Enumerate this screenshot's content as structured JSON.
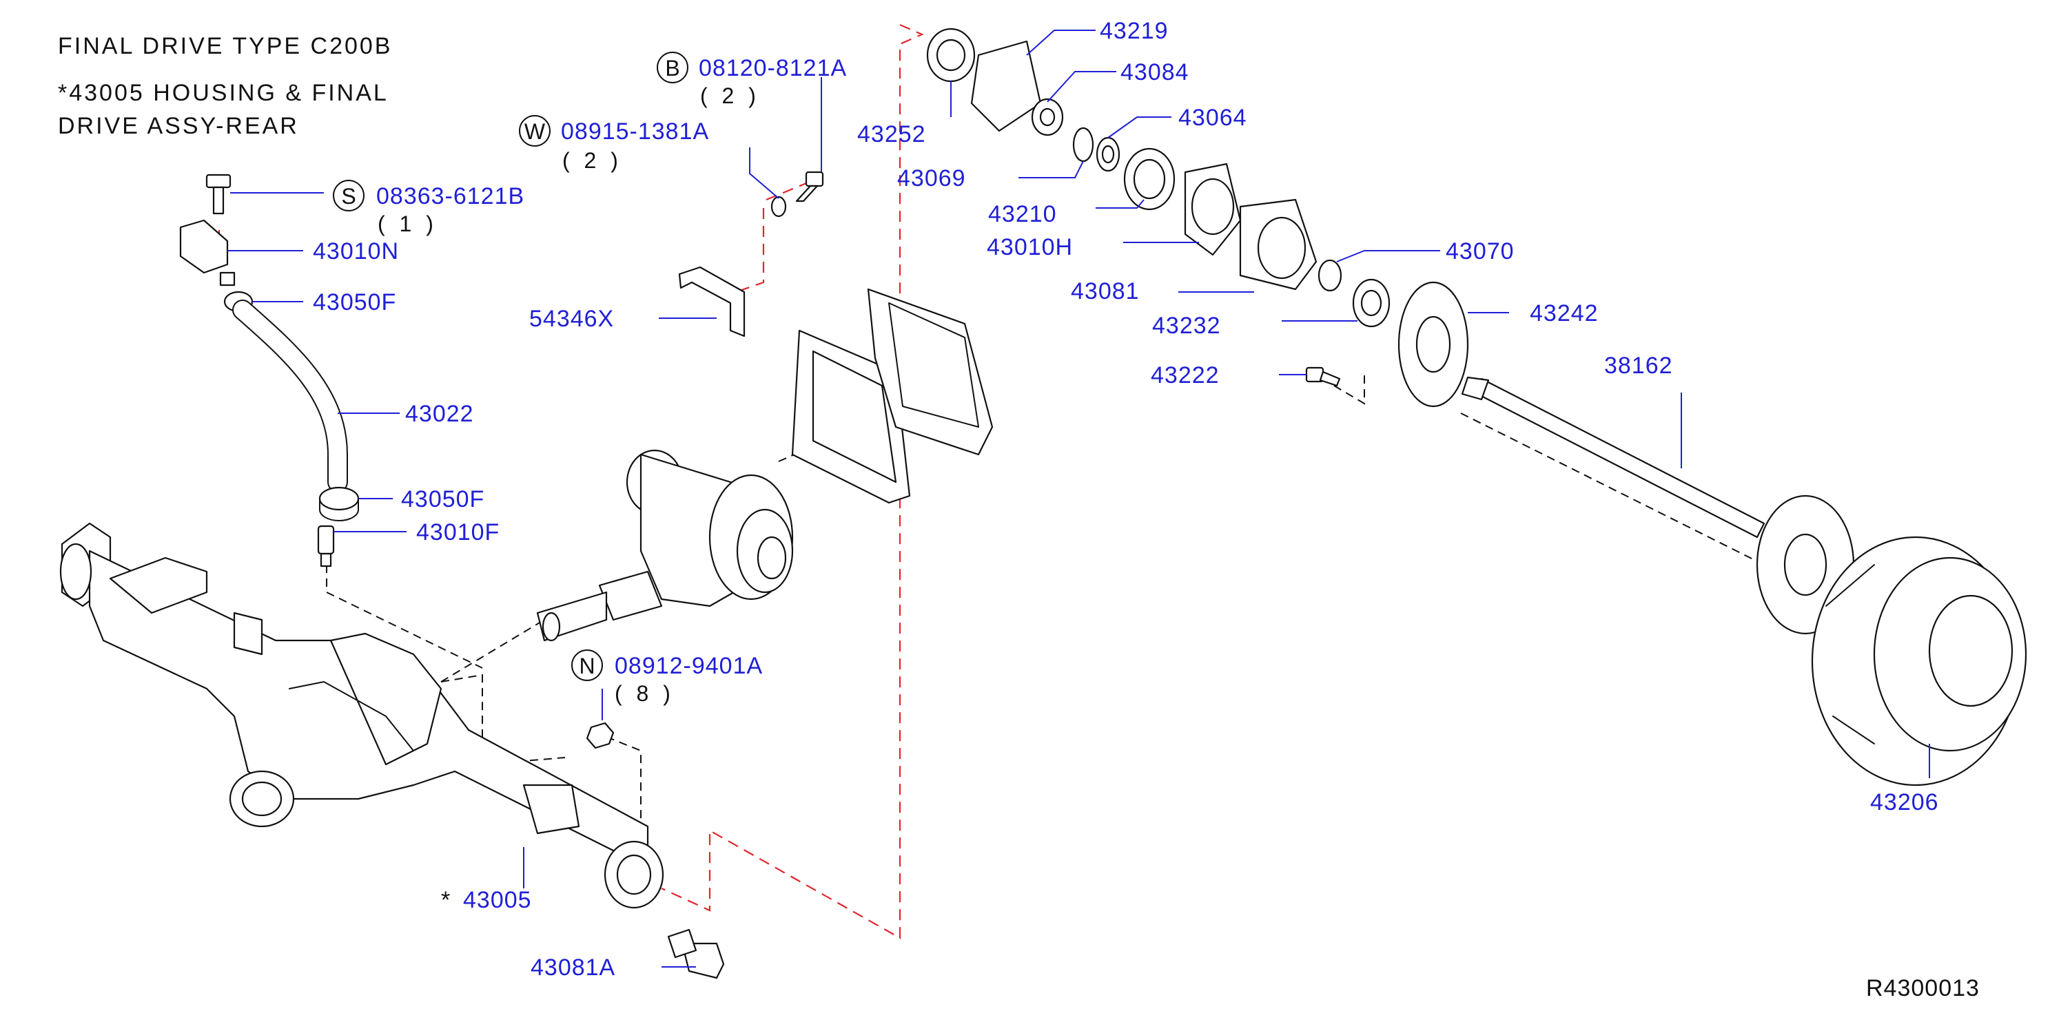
{
  "header": {
    "line1": "FINAL  DRIVE  TYPE  C200B",
    "line2": "*43005  HOUSING  &  FINAL",
    "line3": "DRIVE  ASSY-REAR"
  },
  "footer": {
    "code": "R4300013"
  },
  "callouts": {
    "c43219": "43219",
    "c43084": "43084",
    "c43064": "43064",
    "c43252": "43252",
    "c43069": "43069",
    "c43210": "43210",
    "c43010H": "43010H",
    "c43070": "43070",
    "c43081": "43081",
    "c43232": "43232",
    "c43242": "43242",
    "c43222": "43222",
    "c38162": "38162",
    "c43206": "43206",
    "c43010N": "43010N",
    "c43050F_top": "43050F",
    "c43022": "43022",
    "c43050F_bottom": "43050F",
    "c43010F": "43010F",
    "c54346X": "54346X",
    "c43005": "43005",
    "c43005_star": "*",
    "c43081A": "43081A"
  },
  "fasteners": {
    "b": {
      "letter": "B",
      "part": "08120-8121A",
      "qty": "( 2 )"
    },
    "w": {
      "letter": "W",
      "part": "08915-1381A",
      "qty": "( 2 )"
    },
    "s": {
      "letter": "S",
      "part": "08363-6121B",
      "qty": "( 1 )"
    },
    "n": {
      "letter": "N",
      "part": "08912-9401A",
      "qty": "( 8 )"
    }
  },
  "colors": {
    "part_number": "#1f1fd6",
    "line_art": "#111111",
    "reference_dash": "#e0262c",
    "background": "#ffffff"
  }
}
